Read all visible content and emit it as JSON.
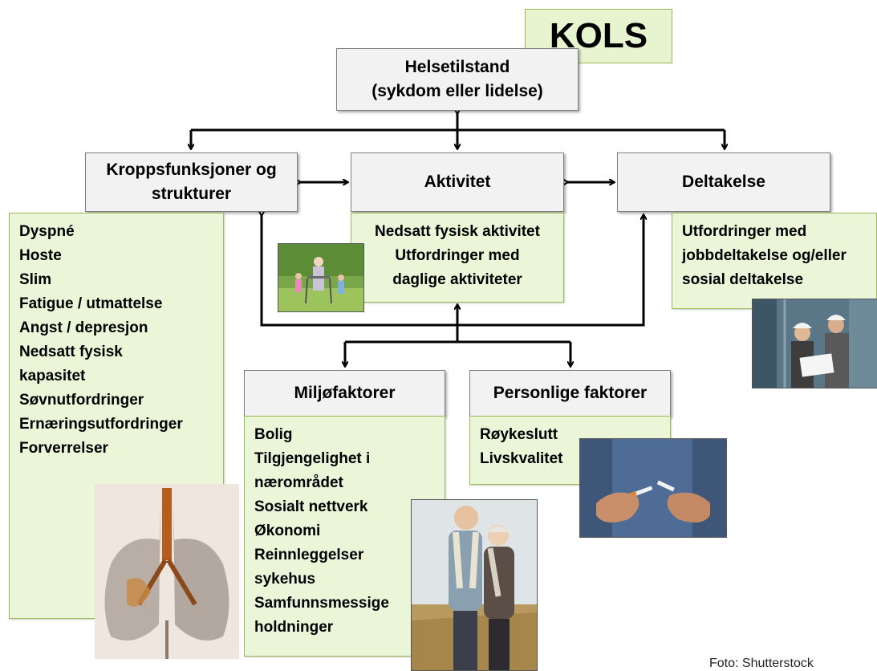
{
  "title": "KOLS",
  "nodes": {
    "helse_line1": "Helsetilstand",
    "helse_line2": "(sykdom eller lidelse)",
    "kropp_line1": "Kroppsfunksjoner og",
    "kropp_line2": "strukturer",
    "aktivitet": "Aktivitet",
    "deltakelse": "Deltakelse",
    "miljo": "Miljøfaktorer",
    "personlige": "Personlige faktorer"
  },
  "lists": {
    "kropp": [
      "Dyspné",
      "Hoste",
      "Slim",
      "Fatigue / utmattelse",
      "Angst / depresjon",
      "Nedsatt fysisk",
      "kapasitet",
      "Søvnutfordringer",
      "Ernæringsutfordringer",
      "Forverrelser"
    ],
    "aktivitet": [
      "Nedsatt fysisk aktivitet",
      "Utfordringer med",
      "daglige aktiviteter"
    ],
    "deltakelse": [
      "Utfordringer med",
      "jobbdeltakelse og/eller",
      "sosial deltakelse"
    ],
    "miljo": [
      "Bolig",
      "Tilgjengelighet i",
      "nærområdet",
      "Sosialt nettverk",
      "Økonomi",
      "Reinnleggelser",
      "sykehus",
      "Samfunnsmessige",
      "holdninger"
    ],
    "personlige": [
      "Røykeslutt",
      "Livskvalitet"
    ]
  },
  "photos": {
    "walker": "elderly-woman-with-walker-and-children",
    "workers": "workers-with-hard-hats",
    "lungs": "smoker-lungs",
    "couple": "elderly-couple-walking",
    "cigarette": "breaking-cigarette"
  },
  "credit": "Foto: Shutterstock",
  "colors": {
    "box_gray": "#f2f2f2",
    "box_green": "#ebf6d9",
    "border_green": "#9bbb59"
  }
}
